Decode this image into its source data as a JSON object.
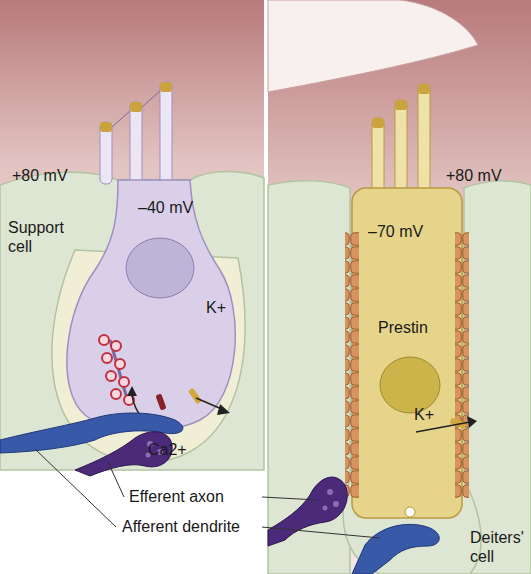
{
  "diagram": {
    "labels": [
      "+80 mV",
      "–40 mV",
      "+80 mV",
      "–70 mV",
      "Support cell",
      "Prestin",
      "K+",
      "K+",
      "Ca2+",
      "Efferent axon",
      "Afferent dendrite",
      "Deiters' cell"
    ]
  }
}
